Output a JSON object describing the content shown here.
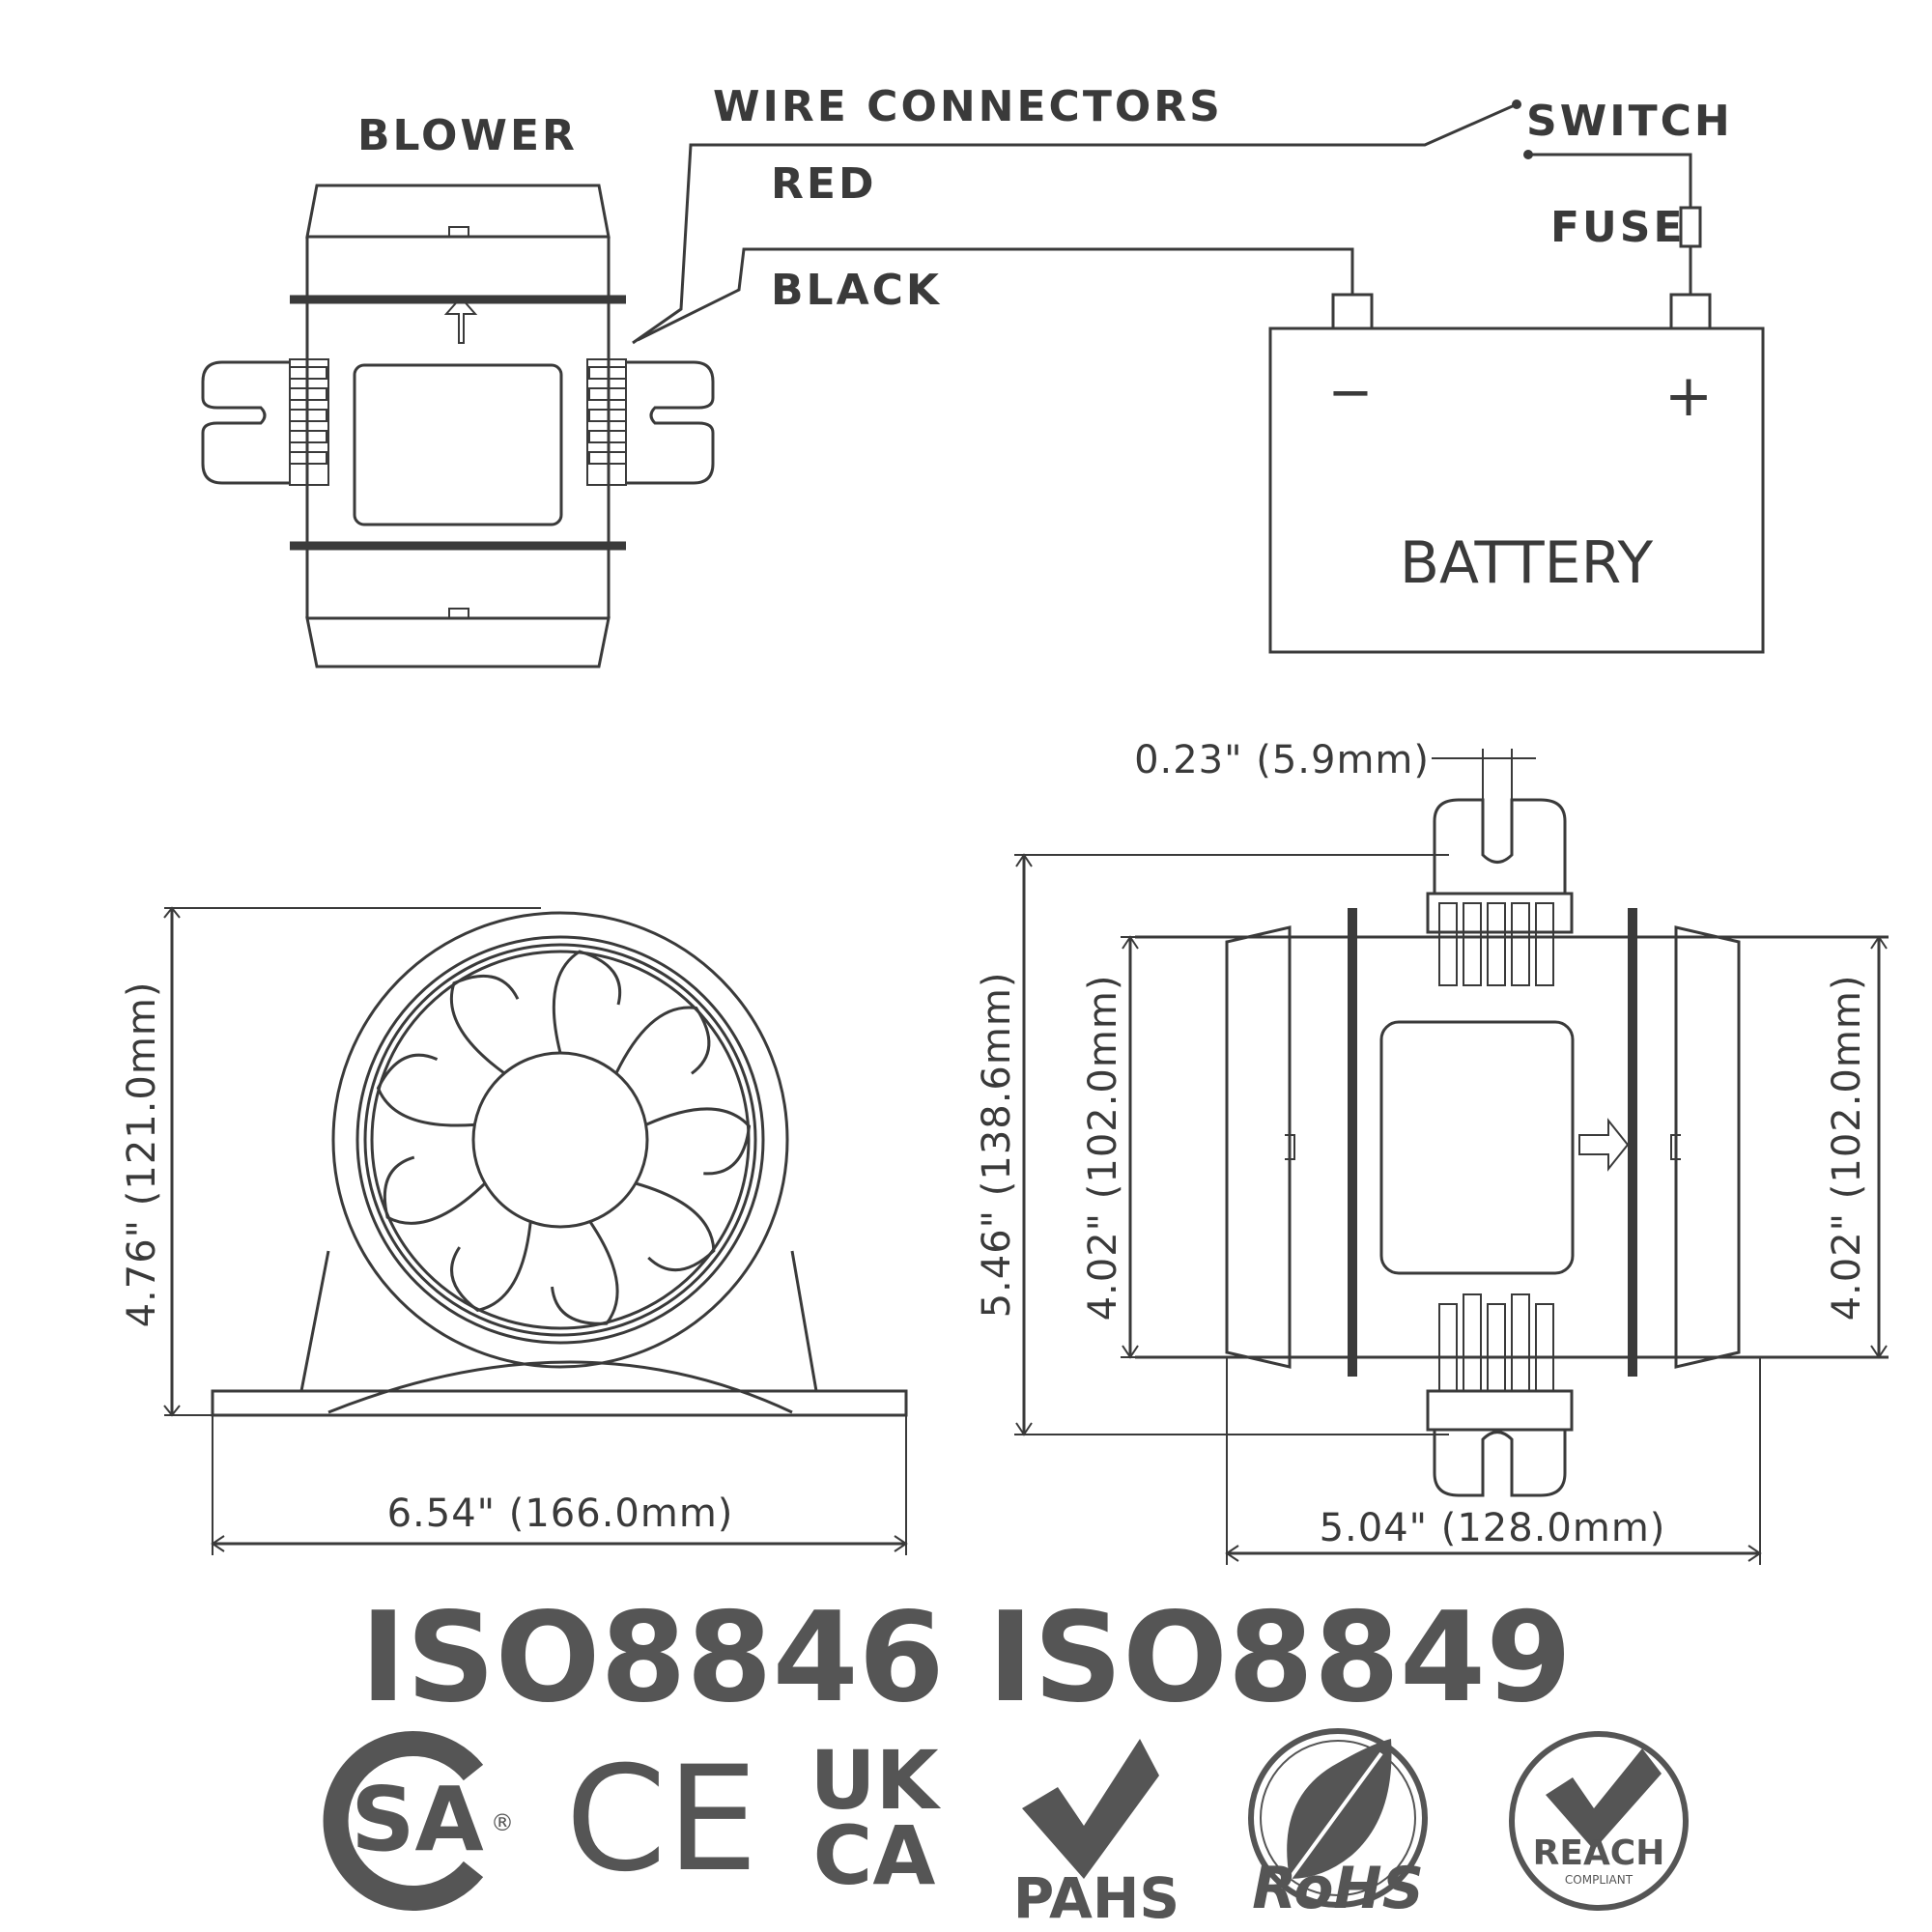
{
  "wiring": {
    "blower_label": "BLOWER",
    "wire_connectors_label": "WIRE   CONNECTORS",
    "red_label": "RED",
    "black_label": "BLACK",
    "switch_label": "SWITCH",
    "fuse_label": "FUSE",
    "battery_label": "BATTERY",
    "minus_sign": "−",
    "plus_sign": "+"
  },
  "dimensions": {
    "front_height": "4.76\" (121.0mm)",
    "front_width": "6.54\" (166.0mm)",
    "slot_width": "0.23\" (5.9mm)",
    "overall_height": "5.46\" (138.6mm)",
    "body_height_left": "4.02\" (102.0mm)",
    "body_height_right": "4.02\" (102.0mm)",
    "side_width": "5.04\" (128.0mm)"
  },
  "standards": {
    "text": "ISO8846  ISO8849"
  },
  "certifications": {
    "csa": "SA",
    "csa_reg": "®",
    "ce": "CE",
    "ukca_top": "UK",
    "ukca_bottom": "CA",
    "pahs": "PAHS",
    "rohs": "RoHS",
    "reach": "REACH",
    "reach_sub": "COMPLIANT"
  },
  "colors": {
    "line": "#3a3a3a",
    "logo": "#555555",
    "background": "#ffffff"
  }
}
